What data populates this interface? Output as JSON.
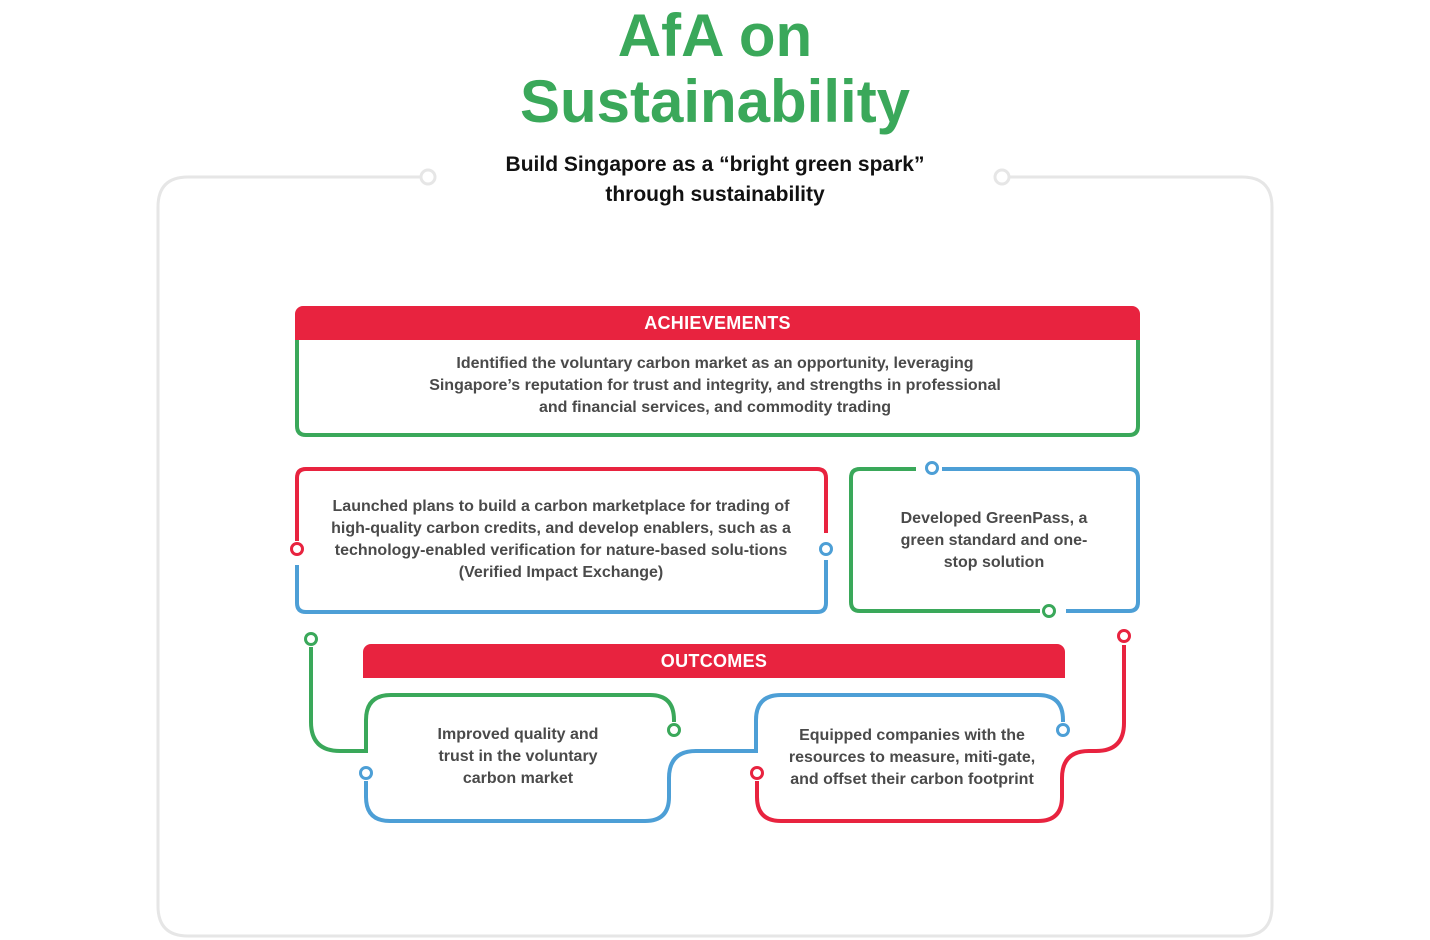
{
  "title_line1": "AfA on",
  "title_line2": "Sustainability",
  "subtitle_line1": "Build Singapore as a “bright green spark”",
  "subtitle_line2": "through sustainability",
  "achievements": {
    "header": "ACHIEVEMENTS",
    "main": "Identified the voluntary carbon market as an opportunity, leveraging Singapore’s reputation for trust and integrity, and strengths in professional and financial services, and commodity trading",
    "item1": "Launched plans to build a carbon marketplace for trading of high-quality carbon credits, and develop enablers, such as a technology-enabled verification for nature-based solu-tions (Verified Impact Exchange)",
    "item2": "Developed GreenPass, a green standard and one-stop solution"
  },
  "outcomes": {
    "header": "OUTCOMES",
    "item1": "Improved quality and trust in the voluntary carbon market",
    "item2": "Equipped companies with the resources to measure, miti-gate, and offset their carbon footprint"
  },
  "colors": {
    "green": "#3aa85a",
    "red": "#e8233f",
    "blue": "#4d9fd6",
    "frame": "#e6e6e6"
  }
}
